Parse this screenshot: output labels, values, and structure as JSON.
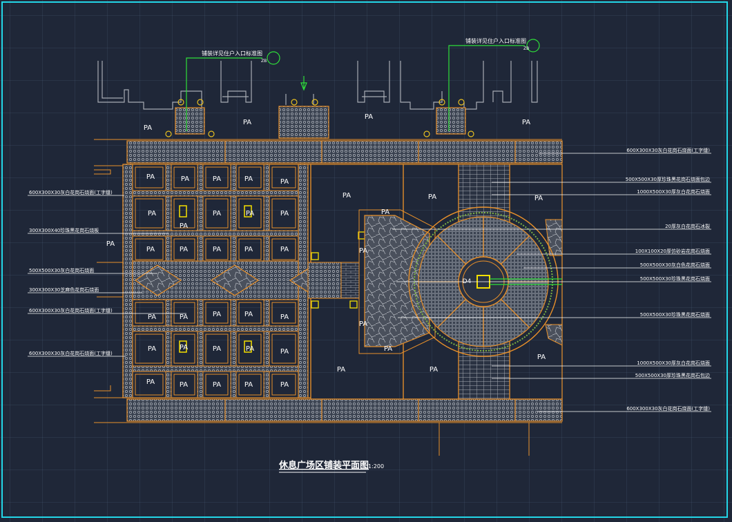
{
  "drawing": {
    "title": "休息广场区铺装平面图",
    "scale": "1:200",
    "entrance_note_left": "铺装详见住户入口标准图",
    "entrance_note_right": "铺装详见住户入口标准图",
    "detail_tag": "ZB",
    "area_label": "PA",
    "center_label": "D4"
  },
  "callouts_left": [
    "600X300X30灰白花岗石烧面(工字缝)",
    "300X300X40珍珠黑花岗石烧板",
    "500X500X30灰白花岗石烧面",
    "300X300X30芝麻色花岗石烧面",
    "600X300X30灰白花岗石烧面(工字缝)",
    "600X300X30灰白花岗石烧面(工字缝)"
  ],
  "callouts_right": [
    "600X300X30灰白花岗石烧面(工字缝)",
    "500X500X30厚珍珠黑花岗石烧面包边",
    "1000X500X30厚灰白花岗石烧面",
    "20厚灰白花岗石冰裂",
    "100X100X20厚仿砂岩花岗石烧面",
    "500X500X30灰白色花岗石烧面",
    "500X500X30珍珠黑花岗石烧面",
    "500X500X30珍珠黑花岗石烧面",
    "1000X500X30厚灰白花岗石烧面",
    "500X500X30厚珍珠黑花岗石包边",
    "600X300X30灰白花岗石烧面(工字缝)"
  ],
  "colors": {
    "frame": "#23d7e8",
    "orange": "#e8902a",
    "white": "#ffffff",
    "green": "#2fe03a",
    "yellow": "#f5e000",
    "grey": "#9a9ea6",
    "magenta": "#d040c0"
  }
}
